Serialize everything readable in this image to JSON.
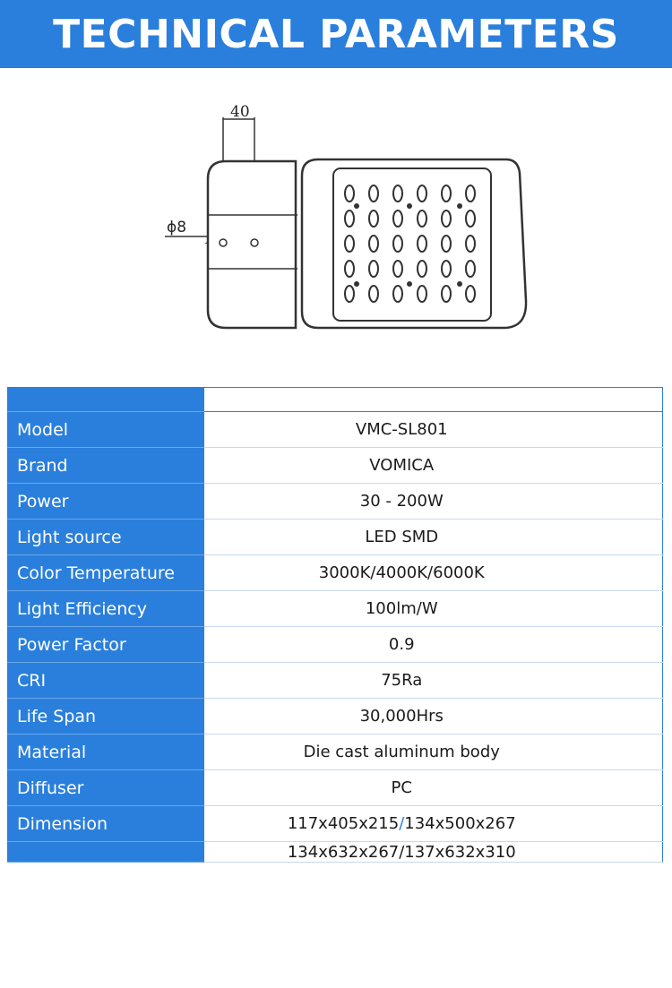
{
  "header": {
    "title": "TECHNICAL PARAMETERS"
  },
  "drawing": {
    "width_dim": "40",
    "diameter_dim": "ϕ8"
  },
  "specs": [
    {
      "label": "Model",
      "value": "VMC-SL801"
    },
    {
      "label": "Brand",
      "value": "VOMICA"
    },
    {
      "label": "Power",
      "value": "30 - 200W"
    },
    {
      "label": "Light source",
      "value": "LED SMD"
    },
    {
      "label": "Color Temperature",
      "value": "3000K/4000K/6000K"
    },
    {
      "label": "Light Efficiency",
      "value": "100lm/W"
    },
    {
      "label": "Power Factor",
      "value": "0.9"
    },
    {
      "label": "CRI",
      "value": "75Ra"
    },
    {
      "label": "Life Span",
      "value": "30,000Hrs"
    },
    {
      "label": "Material",
      "value": "Die cast aluminum body"
    },
    {
      "label": "Diffuser",
      "value": "PC"
    }
  ],
  "dimension": {
    "label": "Dimension",
    "line1_a": "117x405x215",
    "line1_sep": "/",
    "line1_b": "134x500x267",
    "line2": "134x632x267/137x632x310"
  },
  "colors": {
    "accent": "#2a7fdc",
    "text": "#1a1a1a",
    "background": "#ffffff"
  }
}
